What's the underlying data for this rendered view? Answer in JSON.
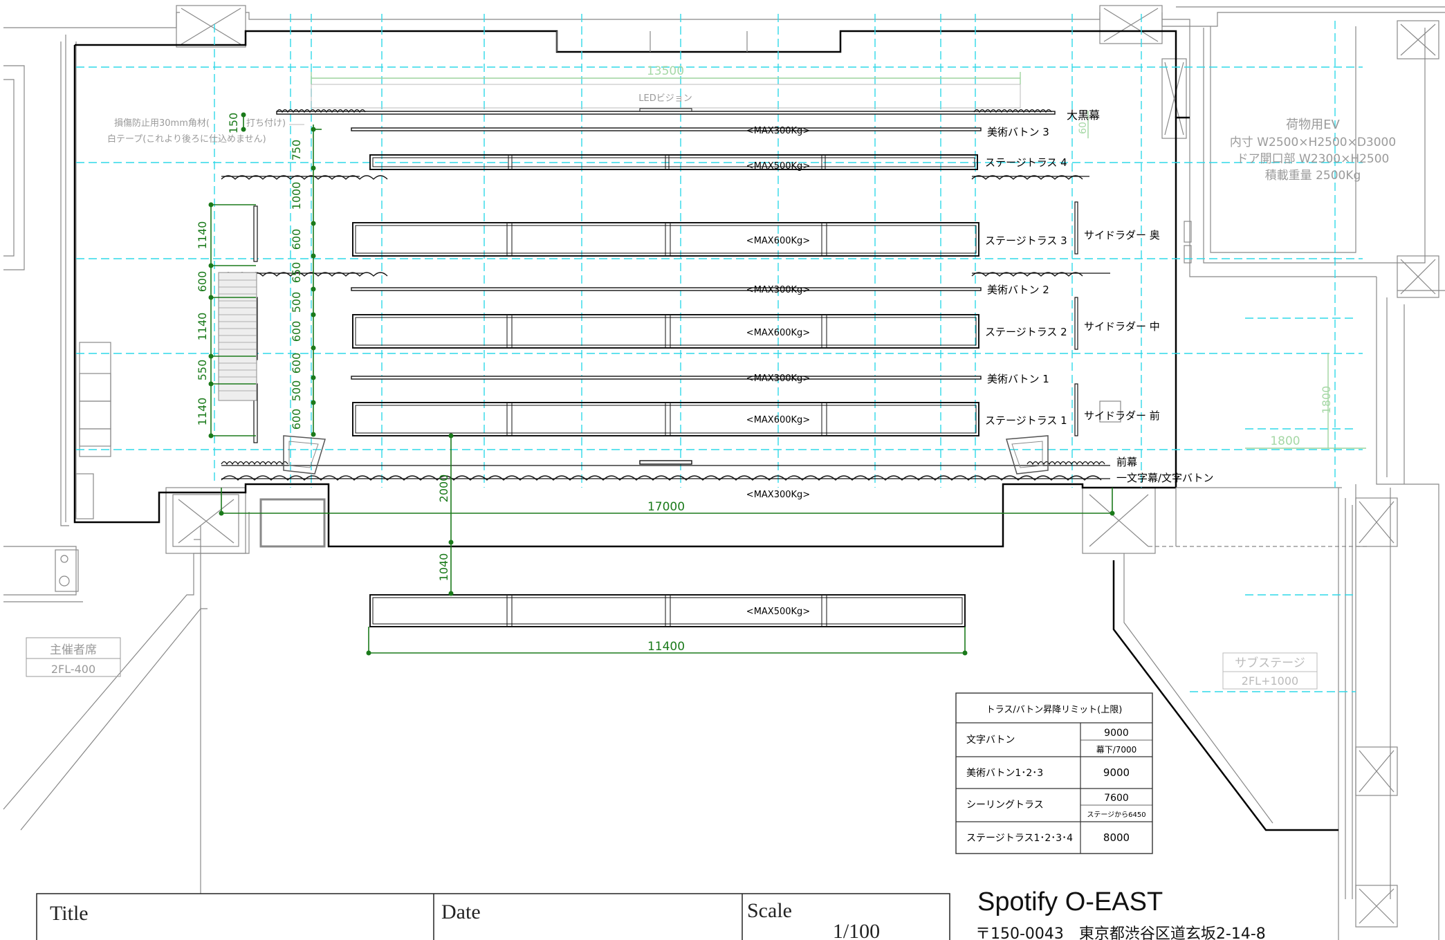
{
  "dimensions": {
    "top_width": "13500",
    "stage_width": "17000",
    "truss_width": "11400",
    "stage_depth": "2000",
    "truss_offset": "1040",
    "side_1800_h": "1800",
    "side_1800_v": "1800",
    "dim_150": "150",
    "dim_750": "750",
    "dim_1000": "1000",
    "dim_600a": "600",
    "dim_650": "650",
    "dim_500a": "500",
    "dim_600b": "600",
    "dim_600c": "600",
    "dim_500b": "500",
    "dim_600d": "600",
    "left_1140a": "1140",
    "left_600": "600",
    "left_1140b": "1140",
    "left_550": "550",
    "left_1140c": "1140",
    "dim_60": "60"
  },
  "notes": {
    "led_vision": "LEDビジョン",
    "protect_note_1": "損傷防止用30mm角材(",
    "protect_note_1b": "打ち付け)",
    "protect_note_2": "白テープ(これより後ろに仕込めません)"
  },
  "labels": {
    "ookuromaku": "大黒幕",
    "bijutsu3": "美術バトン 3",
    "truss4": "ステージトラス 4",
    "truss3": "ステージトラス 3",
    "bijutsu2": "美術バトン 2",
    "truss2": "ステージトラス 2",
    "bijutsu1": "美術バトン 1",
    "truss1": "ステージトラス 1",
    "maemaku": "前幕",
    "ichimonji": "一文字幕/文字バトン",
    "side_back": "サイドラダー 奥",
    "side_mid": "サイドラダー 中",
    "side_front": "サイドラダー 前"
  },
  "loads": {
    "bijutsu3": "<MAX300Kg>",
    "truss4": "<MAX500Kg>",
    "truss3": "<MAX600Kg>",
    "bijutsu2": "<MAX300Kg>",
    "truss2": "<MAX600Kg>",
    "bijutsu1": "<MAX300Kg>",
    "truss1": "<MAX600Kg>",
    "ichimonji": "<MAX300Kg>",
    "ceiling": "<MAX500Kg>"
  },
  "elevator": {
    "title": "荷物用EV",
    "line1": "内寸 W2500×H2500×D3000",
    "line2": "ドア開口部 W2300×H2500",
    "line3": "積載重量 2500Kg"
  },
  "host_seat": {
    "name": "主催者席",
    "level": "2FL-400"
  },
  "sub_stage": {
    "name": "サブステージ",
    "level": "2FL+1000"
  },
  "limit_table": {
    "title": "トラス/バトン昇降リミット(上限)",
    "rows": [
      {
        "name": "文字バトン",
        "value": "9000",
        "sub": "幕下/7000"
      },
      {
        "name": "美術バトン1･2･3",
        "value": "9000",
        "sub": ""
      },
      {
        "name": "シーリングトラス",
        "value": "7600",
        "sub": "ステージから6450"
      },
      {
        "name": "ステージトラス1･2･3･4",
        "value": "8000",
        "sub": ""
      }
    ]
  },
  "title_block": {
    "title_label": "Title",
    "date_label": "Date",
    "scale_label": "Scale",
    "scale_value": "1/100",
    "venue": "Spotify O-EAST",
    "address": "〒150-0043　東京都渋谷区道玄坂2-14-8"
  }
}
